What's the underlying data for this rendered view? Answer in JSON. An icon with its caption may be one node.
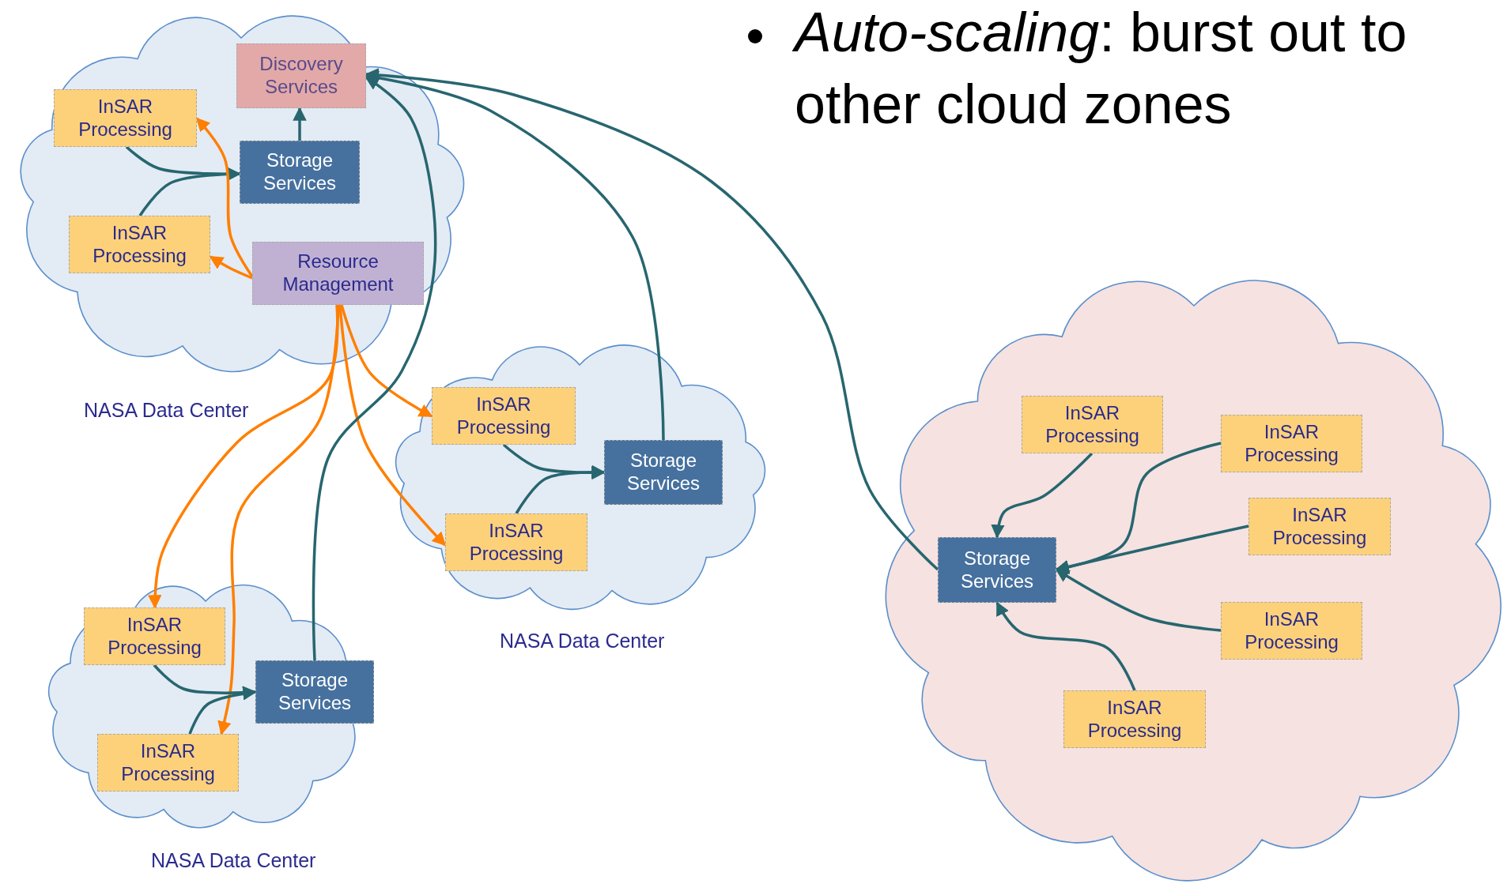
{
  "diagram": {
    "nodes": [
      {
        "text": [
          "NASA Data Center"
        ]
      },
      {
        "text": [
          "Discovery Services"
        ],
        "in": 0
      },
      {
        "text": [
          "InSAR Processing"
        ],
        "in": 0
      },
      {
        "text": [
          "Storage Services"
        ],
        "in": 0
      },
      {
        "text": [
          "InSAR Processing"
        ],
        "in": 0
      },
      {
        "text": [
          "Resource Management"
        ],
        "in": 0
      },
      {
        "text": [
          "NASA Data Center"
        ]
      },
      {
        "text": [
          "InSAR Processing"
        ],
        "in": 6
      },
      {
        "text": [
          "Storage Services"
        ],
        "in": 6
      },
      {
        "text": [
          "InSAR Processing"
        ],
        "in": 6
      },
      {
        "text": [
          "NASA Data Center"
        ]
      },
      {
        "text": [
          "InSAR Processing"
        ],
        "in": 10
      },
      {
        "text": [
          "Storage Services"
        ],
        "in": 10
      },
      {
        "text": [
          "InSAR Processing"
        ],
        "in": 10
      },
      {
        "text": [],
        "shape": "cloud"
      },
      {
        "text": [
          "Storage Services"
        ],
        "in": 14
      },
      {
        "text": [
          "InSAR Processing"
        ],
        "in": 14
      },
      {
        "text": [
          "InSAR Processing"
        ],
        "in": 14
      },
      {
        "text": [
          "InSAR Processing"
        ],
        "in": 14
      },
      {
        "text": [
          "InSAR Processing"
        ],
        "in": 14
      },
      {
        "text": [
          "InSAR Processing"
        ],
        "in": 14
      }
    ],
    "edges": [
      {
        "from": 3,
        "to": 1,
        "arrow": "to"
      },
      {
        "from": 2,
        "to": 3,
        "arrow": "to"
      },
      {
        "from": 4,
        "to": 3,
        "arrow": "to"
      },
      {
        "from": 5,
        "to": 2,
        "arrow": "to",
        "color": "#ff7f00"
      },
      {
        "from": 5,
        "to": 4,
        "arrow": "to",
        "color": "#ff7f00"
      },
      {
        "from": 5,
        "to": 7,
        "arrow": "to",
        "color": "#ff7f00"
      },
      {
        "from": 5,
        "to": 9,
        "arrow": "to",
        "color": "#ff7f00"
      },
      {
        "from": 5,
        "to": 11,
        "arrow": "to",
        "color": "#ff7f00"
      },
      {
        "from": 5,
        "to": 13,
        "arrow": "to",
        "color": "#ff7f00"
      },
      {
        "from": 12,
        "to": 1,
        "arrow": "to"
      },
      {
        "from": 8,
        "to": 1,
        "arrow": "to"
      },
      {
        "from": 15,
        "to": 1,
        "arrow": "to"
      },
      {
        "from": 11,
        "to": 12,
        "arrow": "to"
      },
      {
        "from": 13,
        "to": 12,
        "arrow": "to"
      },
      {
        "from": 7,
        "to": 8,
        "arrow": "to"
      },
      {
        "from": 9,
        "to": 8,
        "arrow": "to"
      },
      {
        "from": 16,
        "to": 15,
        "arrow": "to"
      },
      {
        "from": 17,
        "to": 15,
        "arrow": "to"
      },
      {
        "from": 18,
        "to": 15,
        "arrow": "to"
      },
      {
        "from": 19,
        "to": 15,
        "arrow": "to"
      },
      {
        "from": 20,
        "to": 15,
        "arrow": "to"
      }
    ],
    "labels": [
      "*Auto-scaling*: burst out to other cloud zones"
    ]
  }
}
